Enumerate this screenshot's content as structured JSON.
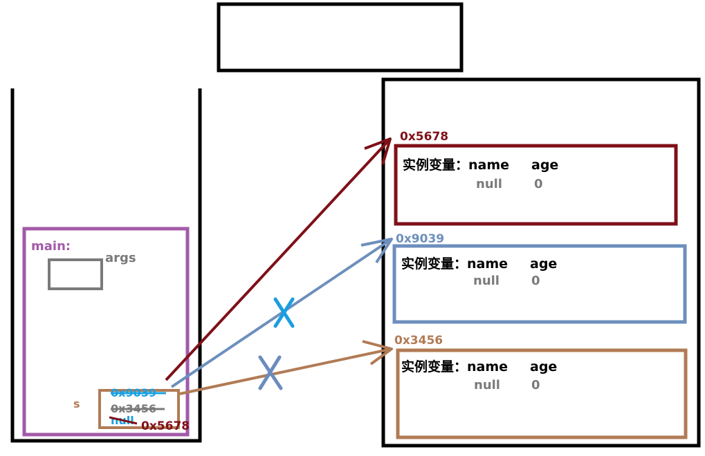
{
  "main_frame": {
    "label": "main:",
    "args_label": "args",
    "var_label": "s",
    "values": {
      "struck_blue": "0x9039",
      "struck_brown": "0x3456",
      "struck_null": "null",
      "current": "0x5678"
    }
  },
  "heap": {
    "objects": [
      {
        "id": "obj-5678",
        "address": "0x5678",
        "fields_title": "实例变量：name",
        "age_label": "age",
        "name_value": "null",
        "age_value": "0",
        "color": "#7f1018"
      },
      {
        "id": "obj-9039",
        "address": "0x9039",
        "fields_title": "实例变量：name",
        "age_label": "age",
        "name_value": "null",
        "age_value": "0",
        "color": "#6d8fbd"
      },
      {
        "id": "obj-3456",
        "address": "0x3456",
        "fields_title": "实例变量：name",
        "age_label": "age",
        "name_value": "null",
        "age_value": "0",
        "color": "#b17b55"
      }
    ]
  },
  "colors": {
    "main": "#a25aa8",
    "args_box": "#7a7a7a",
    "struck_blue": "#19a0e0",
    "dark_red": "#7f1018",
    "steel_blue": "#6d8fbd",
    "brown": "#b17b55",
    "cross_blue": "#1a9ee0",
    "cross_steel": "#6b8cbf",
    "gray_text": "#7a7a7a"
  }
}
